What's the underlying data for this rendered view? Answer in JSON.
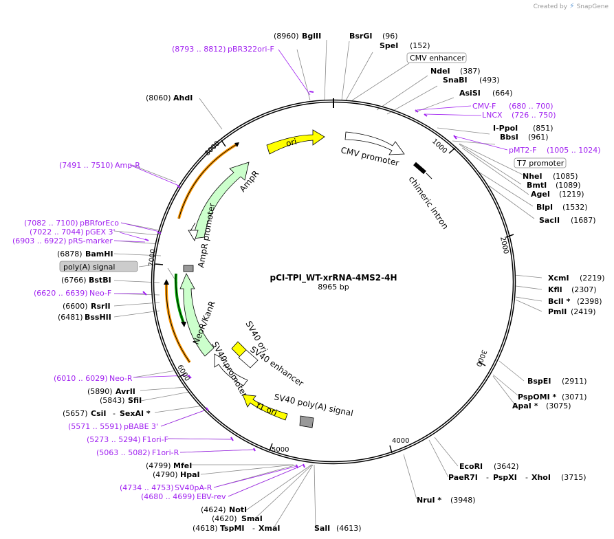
{
  "credit": {
    "created_by": "Created by",
    "brand": "SnapGene"
  },
  "plasmid": {
    "name": "pCI-TPI_WT-xrRNA-4MS2-4H",
    "length_label": "8965 bp",
    "length": 8965
  },
  "colors": {
    "backbone": "#000000",
    "primer": "#a020f0",
    "yellow": "#ffff00",
    "green": "#ccffcc",
    "orange": "#ff9900",
    "gray": "#999999"
  },
  "ticks": [
    "1000",
    "2000",
    "3000",
    "4000",
    "5000",
    "6000",
    "7000",
    "8000"
  ],
  "labels": {
    "bglII": {
      "pos": "(8960)",
      "name": "BglII"
    },
    "bsrGI": {
      "name": "BsrGI",
      "pos": "(96)"
    },
    "speI": {
      "name": "SpeI",
      "pos": "(152)"
    },
    "cmv_enh": "CMV enhancer",
    "ndeI": {
      "name": "NdeI",
      "pos": "(387)"
    },
    "snaBI": {
      "name": "SnaBI",
      "pos": "(493)"
    },
    "asiSI": {
      "name": "AsiSI",
      "pos": "(664)"
    },
    "cmvF": {
      "name": "CMV-F",
      "pos": "(680 .. 700)"
    },
    "lncx": {
      "name": "LNCX",
      "pos": "(726 .. 750)"
    },
    "ippoI": {
      "name": "I-PpoI",
      "pos": "(851)"
    },
    "bbsI": {
      "name": "BbsI",
      "pos": "(961)"
    },
    "pmt2F": {
      "name": "pMT2-F",
      "pos": "(1005 .. 1024)"
    },
    "t7": "T7 promoter",
    "nheI": {
      "name": "NheI",
      "pos": "(1085)"
    },
    "bmtI": {
      "name": "BmtI",
      "pos": "(1089)"
    },
    "ageI": {
      "name": "AgeI",
      "pos": "(1219)"
    },
    "blpI": {
      "name": "BlpI",
      "pos": "(1532)"
    },
    "sacII": {
      "name": "SacII",
      "pos": "(1687)"
    },
    "xcmI": {
      "name": "XcmI",
      "pos": "(2219)"
    },
    "kflI": {
      "name": "KflI",
      "pos": "(2307)"
    },
    "bclI": {
      "name": "BclI *",
      "pos": "(2398)"
    },
    "pmlI": {
      "name": "PmlI",
      "pos": "(2419)"
    },
    "bspEI": {
      "name": "BspEI",
      "pos": "(2911)"
    },
    "pspOMI": {
      "name": "PspOMI *",
      "pos": "(3071)"
    },
    "apaI": {
      "name": "ApaI *",
      "pos": "(3075)"
    },
    "ecoRI": {
      "name": "EcoRI",
      "pos": "(3642)"
    },
    "paeR7I": {
      "name": "PaeR7I",
      "sep1": "-",
      "name2": "PspXI",
      "sep2": "-",
      "name3": "XhoI",
      "pos": "(3715)"
    },
    "nruI": {
      "name": "NruI *",
      "pos": "(3948)"
    },
    "salI": {
      "name": "SalI",
      "pos": "(4613)"
    },
    "tspMI": {
      "pos": "(4618)",
      "name": "TspMI",
      "sep": "-",
      "name2": "XmaI"
    },
    "smaI": {
      "pos": "(4620)",
      "name": "SmaI"
    },
    "notI": {
      "pos": "(4624)",
      "name": "NotI"
    },
    "ebvRev": {
      "pos": "(4680 .. 4699)",
      "name": "EBV-rev"
    },
    "sv40pAR": {
      "pos": "(4734 .. 4753)",
      "name": "SV40pA-R"
    },
    "hpaI": {
      "pos": "(4790)",
      "name": "HpaI"
    },
    "mfeI": {
      "pos": "(4799)",
      "name": "MfeI"
    },
    "f1oriR": {
      "pos": "(5063 .. 5082)",
      "name": "F1ori-R"
    },
    "f1oriF": {
      "pos": "(5273 .. 5294)",
      "name": "F1ori-F"
    },
    "pBABE3": {
      "pos": "(5571 .. 5591)",
      "name": "pBABE 3'"
    },
    "csiI": {
      "pos": "(5657)",
      "name": "CsiI",
      "sep": "-",
      "name2": "SexAI *"
    },
    "sfiI": {
      "pos": "(5843)",
      "name": "SfiI"
    },
    "avrII": {
      "pos": "(5890)",
      "name": "AvrII"
    },
    "neoR_p": {
      "pos": "(6010 .. 6029)",
      "name": "Neo-R"
    },
    "bssHII": {
      "pos": "(6481)",
      "name": "BssHII"
    },
    "rsrII": {
      "pos": "(6600)",
      "name": "RsrII"
    },
    "neoF": {
      "pos": "(6620 .. 6639)",
      "name": "Neo-F"
    },
    "bstBI": {
      "pos": "(6766)",
      "name": "BstBI"
    },
    "polyA": "poly(A) signal",
    "bamHI": {
      "pos": "(6878)",
      "name": "BamHI"
    },
    "rsMarker": {
      "pos": "(6903 .. 6922)",
      "name": "pRS-marker"
    },
    "pGEX3": {
      "pos": "(7022 .. 7044)",
      "name": "pGEX 3'"
    },
    "pBRfor": {
      "pos": "(7082 .. 7100)",
      "name": "pBRforEco"
    },
    "ampRp": {
      "pos": "(7491 .. 7510)",
      "name": "Amp-R"
    },
    "ahdI": {
      "pos": "(8060)",
      "name": "AhdI"
    },
    "pBR322": {
      "pos": "(8793 .. 8812)",
      "name": "pBR322ori-F"
    }
  },
  "features": {
    "ori": "ori",
    "cmv_promoter": "CMV promoter",
    "chimeric_intron": "chimeric intron",
    "ampR": "AmpR",
    "ampR_promoter": "AmpR promoter",
    "neo": "NeoR/KanR",
    "sv40_promoter": "SV40 promoter",
    "sv40_ori": "SV40 ori",
    "sv40_enhancer": "SV40 enhancer",
    "f1_ori": "f1 ori",
    "sv40_polyA": "SV40 poly(A) signal"
  }
}
